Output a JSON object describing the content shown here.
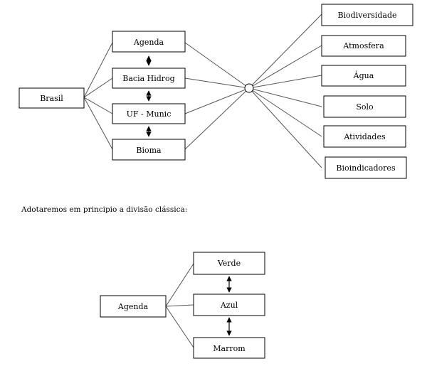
{
  "diagram_top": {
    "root": "Brasil",
    "middle": [
      "Agenda",
      "Bacia Hidrog",
      "UF - Munic",
      "Bioma"
    ],
    "right": [
      "Biodiversidade",
      "Atmosfera",
      "Água",
      "Solo",
      "Atividades",
      "Bioindicadores"
    ]
  },
  "caption": "Adotaremos em principio a divisão clássica:",
  "diagram_bottom": {
    "root": "Agenda",
    "children": [
      "Verde",
      "Azul",
      "Marrom"
    ]
  },
  "colors": {
    "line": "#555555",
    "box_border": "#000000"
  }
}
